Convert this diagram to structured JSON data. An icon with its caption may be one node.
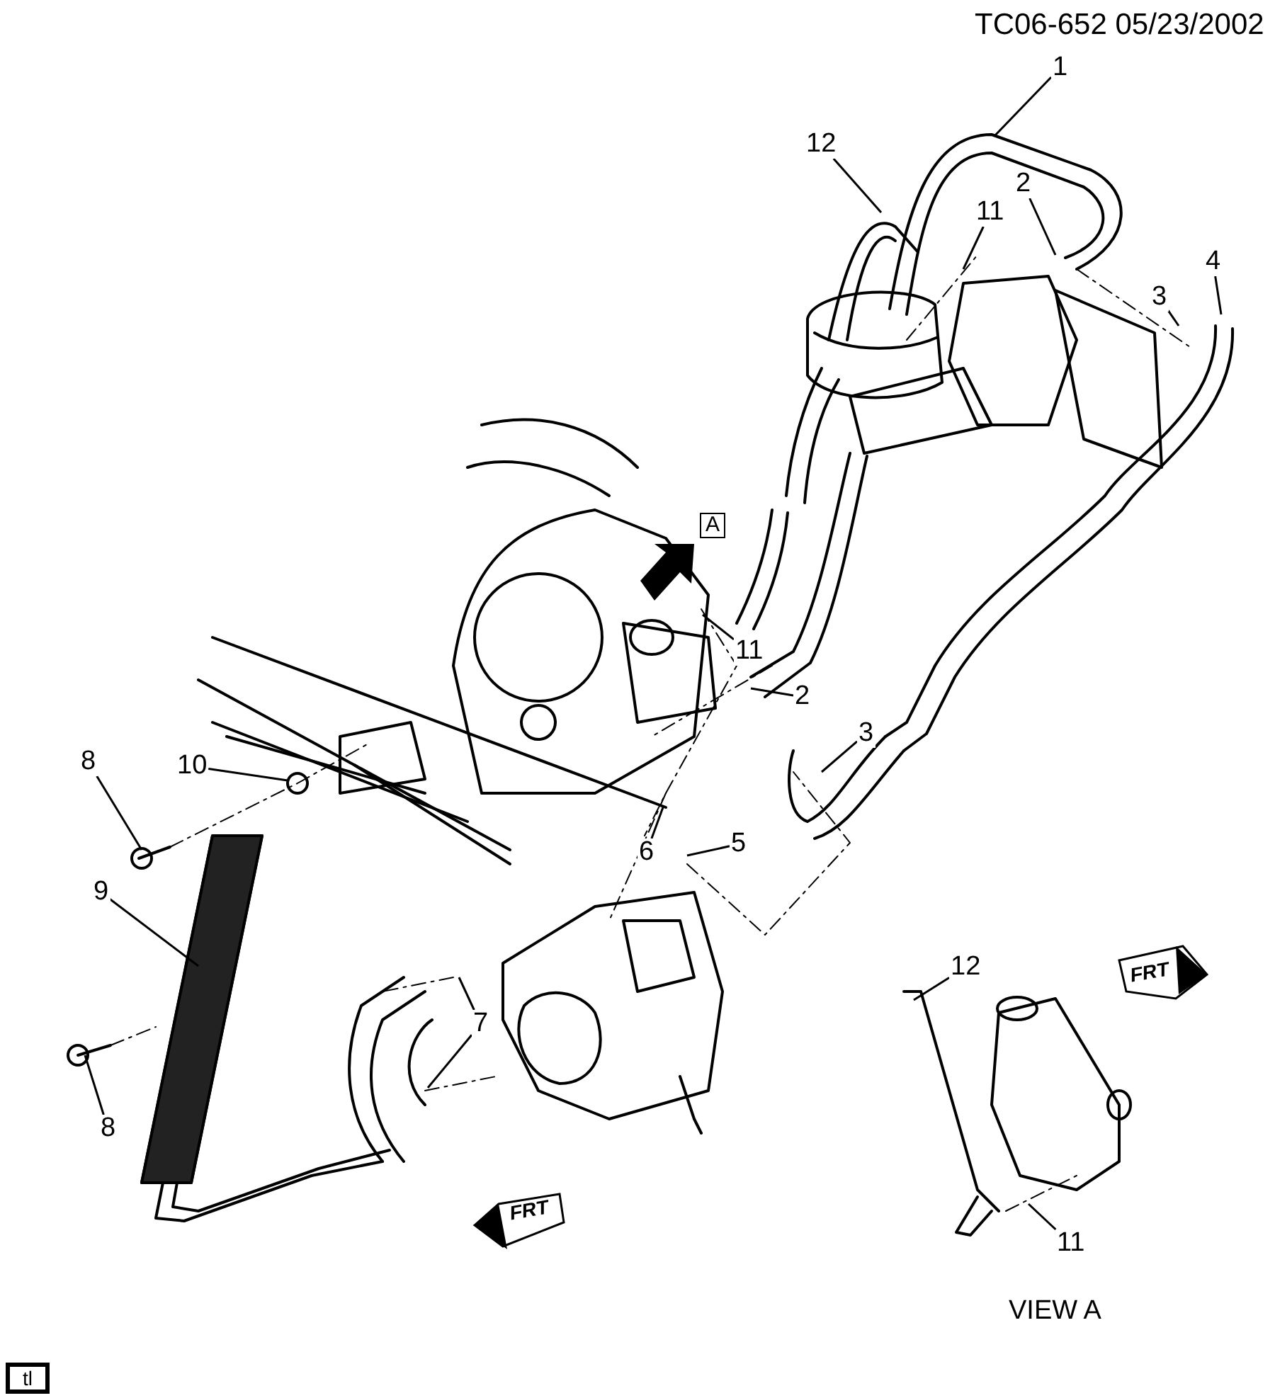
{
  "diagram": {
    "nodes": [
      {
        "text": [
          "1"
        ]
      },
      {
        "text": [
          "12"
        ]
      },
      {
        "text": [
          "2"
        ]
      },
      {
        "text": [
          "11"
        ]
      },
      {
        "text": [
          "4"
        ]
      },
      {
        "text": [
          "3"
        ]
      },
      {
        "text": [
          "11"
        ]
      },
      {
        "text": [
          "2"
        ]
      },
      {
        "text": [
          "3"
        ]
      },
      {
        "text": [
          "8"
        ]
      },
      {
        "text": [
          "10"
        ]
      },
      {
        "text": [
          "5"
        ]
      },
      {
        "text": [
          "6"
        ]
      },
      {
        "text": [
          "9"
        ]
      },
      {
        "text": [
          "7"
        ]
      },
      {
        "text": [
          "12"
        ]
      },
      {
        "text": [
          "8"
        ]
      },
      {
        "text": [
          "11"
        ]
      }
    ],
    "edges": [
      {
        "from": 0,
        "to": null,
        "arrow": "none"
      },
      {
        "from": 1,
        "to": null,
        "arrow": "none"
      },
      {
        "from": 2,
        "to": null,
        "arrow": "none"
      },
      {
        "from": 3,
        "to": null,
        "arrow": "none"
      },
      {
        "from": 4,
        "to": null,
        "arrow": "none"
      },
      {
        "from": 5,
        "to": null,
        "arrow": "none"
      },
      {
        "from": 6,
        "to": null,
        "arrow": "none"
      },
      {
        "from": 7,
        "to": null,
        "arrow": "none"
      },
      {
        "from": 8,
        "to": null,
        "arrow": "none"
      },
      {
        "from": 9,
        "to": null,
        "arrow": "none"
      },
      {
        "from": 10,
        "to": null,
        "arrow": "none"
      },
      {
        "from": 11,
        "to": null,
        "arrow": "none"
      },
      {
        "from": 12,
        "to": null,
        "arrow": "none"
      },
      {
        "from": 13,
        "to": null,
        "arrow": "none"
      },
      {
        "from": 14,
        "to": null,
        "arrow": "none"
      },
      {
        "from": 14,
        "to": null,
        "arrow": "none"
      },
      {
        "from": 15,
        "to": null,
        "arrow": "none"
      },
      {
        "from": 16,
        "to": null,
        "arrow": "none"
      },
      {
        "from": 17,
        "to": null,
        "arrow": "none"
      }
    ],
    "labels": [
      "TC06-652 05/23/2002",
      "A",
      "FRT",
      "FRT",
      "VIEW A",
      "tl"
    ]
  }
}
